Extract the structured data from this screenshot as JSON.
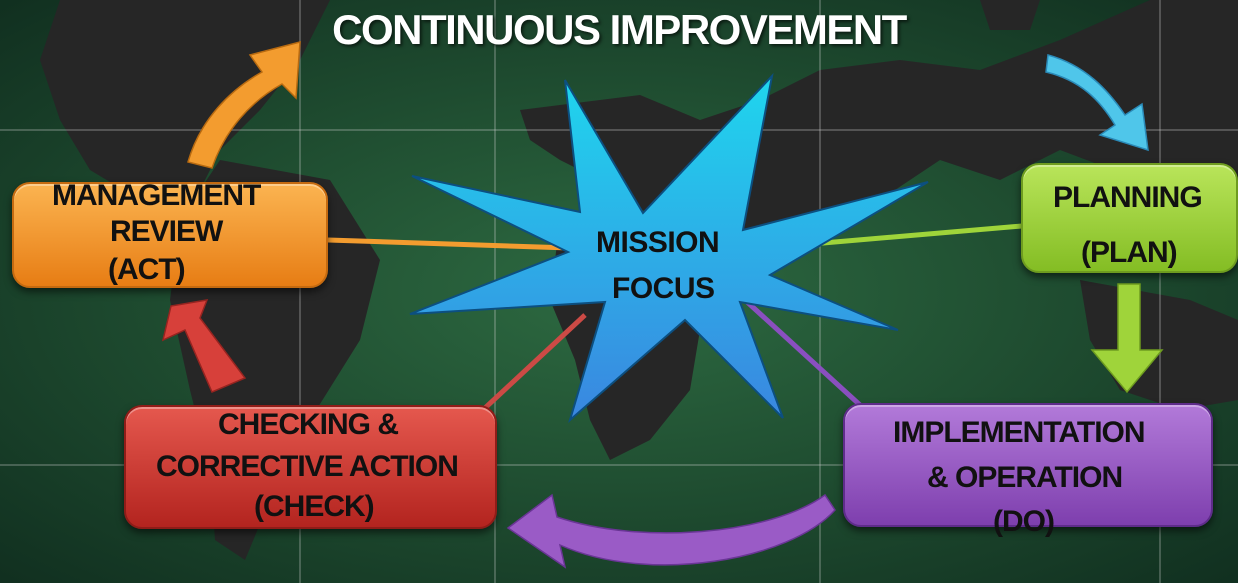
{
  "title": "CONTINUOUS IMPROVEMENT",
  "center": {
    "line1": "MISSION",
    "line2": "FOCUS"
  },
  "stages": {
    "act": {
      "line1": "MANAGEMENT",
      "line2": "REVIEW",
      "line3": "(ACT)",
      "color": "#f39c2f"
    },
    "plan": {
      "line1": "PLANNING",
      "line2": "(PLAN)",
      "color": "#9fd43a"
    },
    "do": {
      "line1": "IMPLEMENTATION",
      "line2": "& OPERATION",
      "line3": "(DO)",
      "color": "#9a5bc6"
    },
    "check": {
      "line1": "CHECKING &",
      "line2": "CORRECTIVE ACTION",
      "line3": "(CHECK)",
      "color": "#d7403a"
    }
  },
  "colors": {
    "star": "#35b8e8",
    "arrow_plan": "#4fc6ea",
    "arrow_do": "#9fd43a",
    "arrow_check": "#9a5bc6",
    "arrow_act_from_check": "#d7403a",
    "arrow_act": "#f39c2f",
    "background": "#1b4a2d",
    "land": "#262626"
  }
}
